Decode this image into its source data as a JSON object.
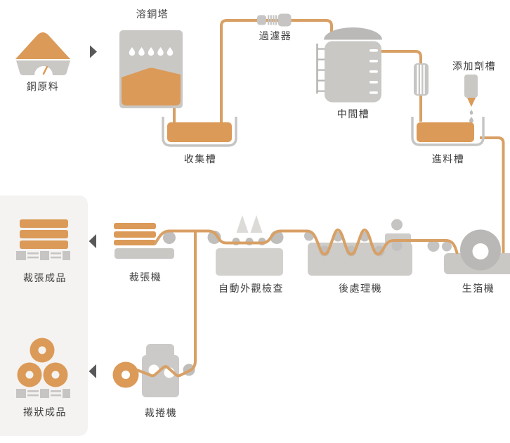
{
  "diagram": {
    "type": "process-flow",
    "stages": {
      "copper_raw": {
        "label": "銅原料"
      },
      "dissolving_tower": {
        "label": "溶銅塔"
      },
      "filter": {
        "label": "過濾器"
      },
      "collection_tank": {
        "label": "收集槽"
      },
      "intermediate_tank": {
        "label": "中間槽"
      },
      "additive_tank": {
        "label": "添加劑槽"
      },
      "feed_tank": {
        "label": "進料槽"
      },
      "sheet_product": {
        "label": "裁張成品"
      },
      "sheet_cutter": {
        "label": "裁張機"
      },
      "inspection": {
        "label": "自動外觀檢查"
      },
      "post_processor": {
        "label": "後處理機"
      },
      "foil_machine": {
        "label": "生箔機"
      },
      "roll_product": {
        "label": "捲狀成品"
      },
      "roll_cutter": {
        "label": "裁捲機"
      }
    },
    "icons": [
      "copper-pile-icon",
      "hopper-scale-icon",
      "flow-arrow-right-icon",
      "tower-icon",
      "spray-droplet-icon",
      "filter-capsule-icon",
      "tank-u-icon",
      "cylinder-tank-icon",
      "ladder-icon",
      "inline-filter-column-icon",
      "additive-bottle-icon",
      "drip-droplet-icon",
      "foil-web-line",
      "sheet-stack-icon",
      "pallet-icon",
      "roller-icon",
      "inspection-triangle-icon",
      "treatment-bath-icon",
      "foil-drum-icon",
      "roll-coil-icon",
      "flow-arrow-left-icon"
    ],
    "colors": {
      "orange_fill": "#DB9A58",
      "pipe_orange": "#D8A065",
      "equipment_gray": "#C9C8C5",
      "mid_gray": "#BFBEBB",
      "dark_gray": "#B7B6B3",
      "light_gray": "#DCDBD8",
      "panel_bg": "#F4F3F1",
      "arrow_gray": "#58585A",
      "text": "#3D3D3D"
    }
  }
}
